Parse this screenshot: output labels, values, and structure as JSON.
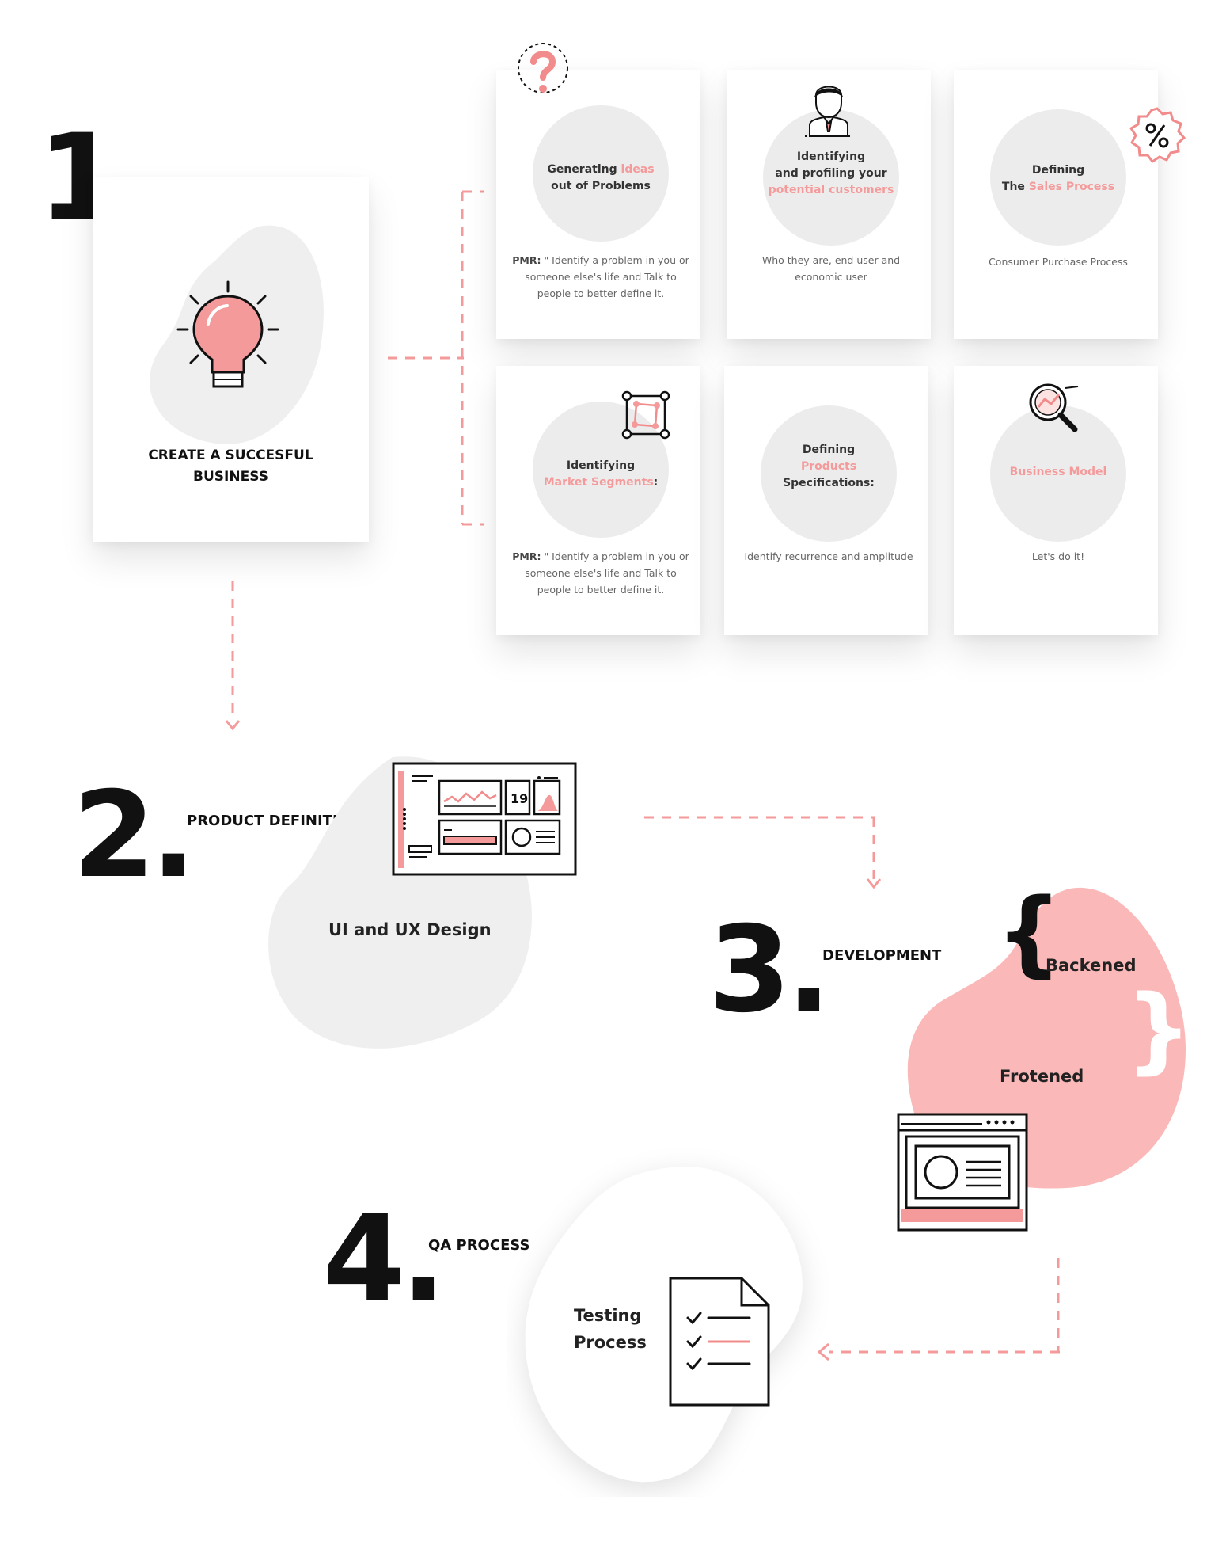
{
  "colors": {
    "accent": "#f59a9a",
    "accent_strong": "#f28b8b",
    "blob_grey": "#efefef",
    "blob_pink": "#fbb8b8",
    "text": "#111111"
  },
  "step1": {
    "number": "1.",
    "card_title_line1": "CREATE A SUCCESFUL",
    "card_title_line2": "BUSINESS",
    "icon": "lightbulb-icon"
  },
  "cards": [
    {
      "icon": "question-icon",
      "title_a": "Generating ",
      "title_b": "ideas",
      "title_c": "out  of Problems",
      "desc_bold": "PMR:",
      "desc": " \" Identify a problem in you or someone else's life and Talk to people to better define it."
    },
    {
      "icon": "person-icon",
      "title_a": "Identifying",
      "title_b": "and profiling your",
      "title_c": "potential customers",
      "desc_bold": "",
      "desc": "Who they are, end user and economic user"
    },
    {
      "icon": "percent-badge-icon",
      "title_a": "Defining",
      "title_b": "The ",
      "title_c": "Sales Process",
      "desc_bold": "",
      "desc": "Consumer Purchase Process"
    },
    {
      "icon": "segments-icon",
      "title_a": "Identifying",
      "title_b": "Market Segments",
      "title_c": ":",
      "desc_bold": "PMR:",
      "desc": " \" Identify a problem in you or someone else's life and Talk to people to better define it."
    },
    {
      "icon": "",
      "title_a": "Defining",
      "title_b": "Products",
      "title_c": "Specifications:",
      "desc_bold": "",
      "desc": "Identify recurrence and amplitude"
    },
    {
      "icon": "magnifier-chart-icon",
      "title_a": "",
      "title_b": "Business Model",
      "title_c": "",
      "desc_bold": "",
      "desc": "Let's do it!"
    }
  ],
  "step2": {
    "number": "2.",
    "label": "PRODUCT DEFINITION",
    "blob_text": "UI and UX Design",
    "icon": "dashboard-icon",
    "dashboard_number": "19"
  },
  "step3": {
    "number": "3.",
    "label": "DEVELOPMENT",
    "open_brace": "{",
    "close_brace": "}",
    "backend": "Backened",
    "frontend": "Frotened",
    "icon": "browser-window-icon"
  },
  "step4": {
    "number": "4.",
    "label": "QA PROCESS",
    "blob_line1": "Testing",
    "blob_line2": "Process",
    "icon": "checklist-icon"
  }
}
